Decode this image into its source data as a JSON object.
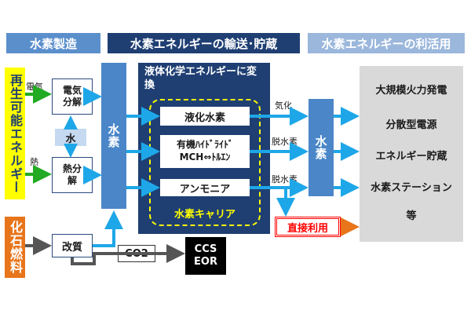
{
  "headers": {
    "production": "水素製造",
    "transport": "水素エネルギーの輸送･貯蔵",
    "use": "水素エネルギーの利活用"
  },
  "sources": {
    "renewable": "再生可能エネルギー",
    "fossil": "化石燃料"
  },
  "production": {
    "electricity_label": "電気",
    "heat_label": "熱",
    "electrolysis": "電気分解",
    "water": "水",
    "thermolysis": "熱分解",
    "reforming": "改質"
  },
  "hydrogen_bar_left": "水素",
  "carrier": {
    "title": "液体化学エネルギーに変換",
    "liquid_hydrogen": "液化水素",
    "organic_hydride_line1": "有機ﾊｲﾄﾞﾗｲﾄﾞ",
    "organic_hydride_line2": "MCH⇔ﾄﾙｴﾝ",
    "ammonia": "アンモニア",
    "label": "水素キャリア"
  },
  "process_labels": {
    "vaporization": "気化",
    "dehydrogenation_1": "脱水素",
    "dehydrogenation_2": "脱水素"
  },
  "hydrogen_bar_right": "水素",
  "direct_use": "直接利用",
  "co2": "CO2",
  "ccs_line1": "CCS",
  "ccs_line2": "EOR",
  "uses": [
    "大規模火力発電",
    "分散型電源",
    "エネルギー貯蔵",
    "水素ステーション",
    "等"
  ],
  "colors": {
    "header_blue": "#5b8fcc",
    "header_navy": "#1f3f73",
    "header_lightblue": "#9bb7dc",
    "renewable_yellow": "#ffff00",
    "fossil_orange": "#e8751a",
    "hydrogen_blue": "#4a86c8",
    "carrier_navy": "#1f3f73",
    "carrier_dash": "#ffff00",
    "arrow_cyan": "#1ea7e8",
    "arrow_green": "#22aa22",
    "arrow_gray": "#555555",
    "arrow_orange": "#e8751a",
    "direct_red": "#ff0000",
    "use_gray": "#d9d9d9",
    "water_lightblue": "#c5d9f0"
  }
}
